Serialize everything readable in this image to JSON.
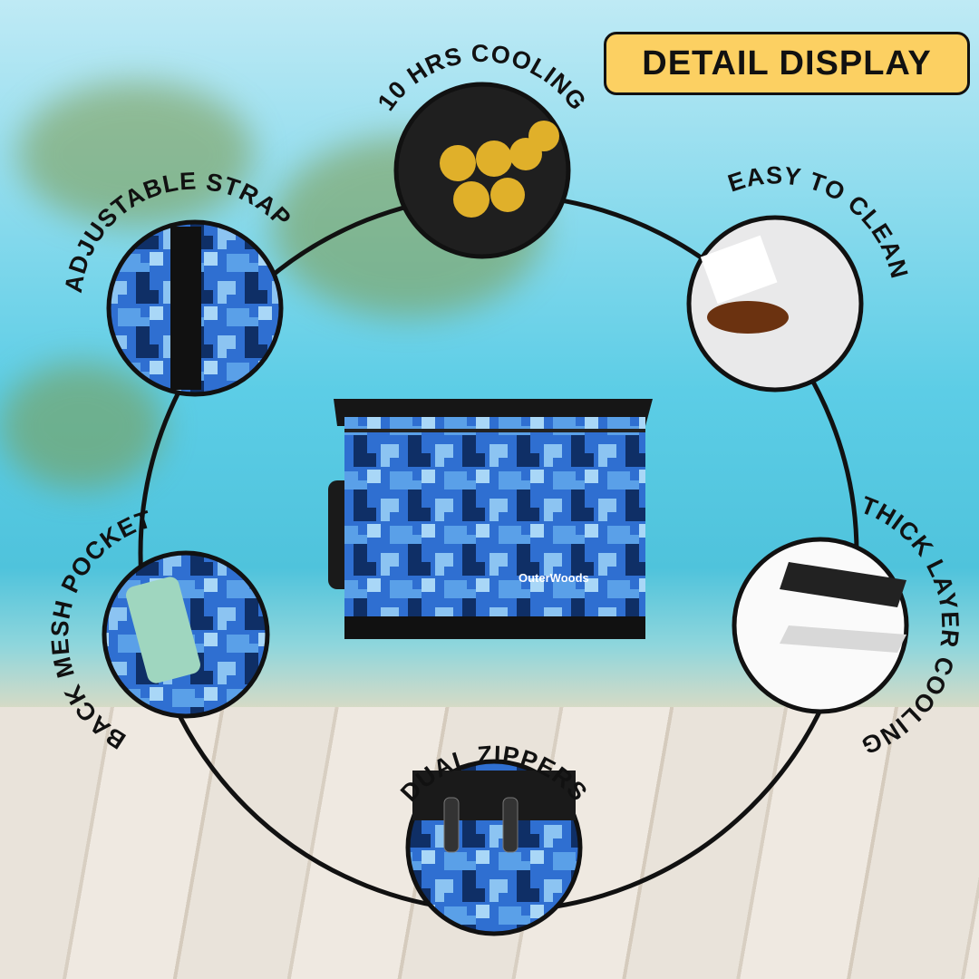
{
  "title": "DETAIL DISPLAY",
  "brand": "OuterWoods",
  "features": [
    {
      "label": "10 HRS COOLING"
    },
    {
      "label": "ADJUSTABLE STRAP"
    },
    {
      "label": "EASY TO CLEAN"
    },
    {
      "label": "BACK MESH POCKET"
    },
    {
      "label": "THICK LAYER COOLING"
    },
    {
      "label": "DUAL ZIPPERS"
    }
  ],
  "colors": {
    "badge": "#fcd062",
    "ring": "#111111",
    "camo": "#2f6fd1"
  }
}
